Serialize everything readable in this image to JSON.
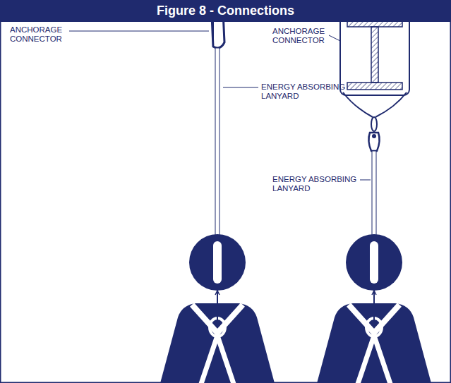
{
  "diagram": {
    "title": "Figure 8 - Connections",
    "labels": [
      "ANCHORAGE CONNECTOR",
      "ENERGY ABSORBING LANYARD",
      "ANCHORAGE CONNECTOR",
      "ENERGY ABSORBING LANYARD"
    ]
  }
}
